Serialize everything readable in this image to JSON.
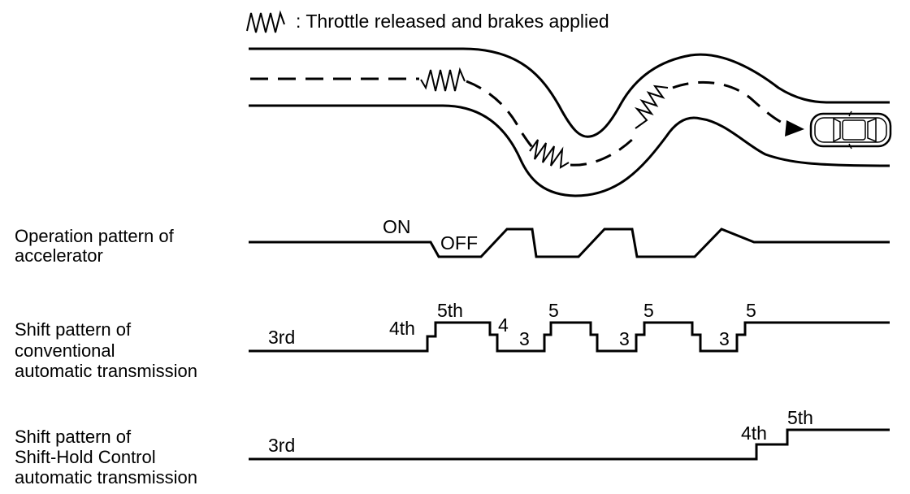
{
  "legend": {
    "symbol_icon": "zigzag-icon",
    "text": ": Throttle released and brakes applied"
  },
  "rows": [
    {
      "id": "accelerator",
      "label_lines": [
        "Operation pattern of",
        "accelerator"
      ]
    },
    {
      "id": "conventional",
      "label_lines": [
        "Shift pattern of",
        "conventional",
        "automatic transmission"
      ]
    },
    {
      "id": "shift_hold",
      "label_lines": [
        "Shift pattern of",
        "Shift-Hold Control",
        "automatic transmission"
      ]
    }
  ],
  "accelerator_states": {
    "on": "ON",
    "off": "OFF"
  },
  "conventional_gears": [
    "3rd",
    "4th",
    "5th",
    "4",
    "3",
    "5",
    "3",
    "5",
    "3",
    "5"
  ],
  "shift_hold_gears": [
    "3rd",
    "4th",
    "5th"
  ],
  "colors": {
    "ink": "#000000",
    "background": "#ffffff"
  }
}
